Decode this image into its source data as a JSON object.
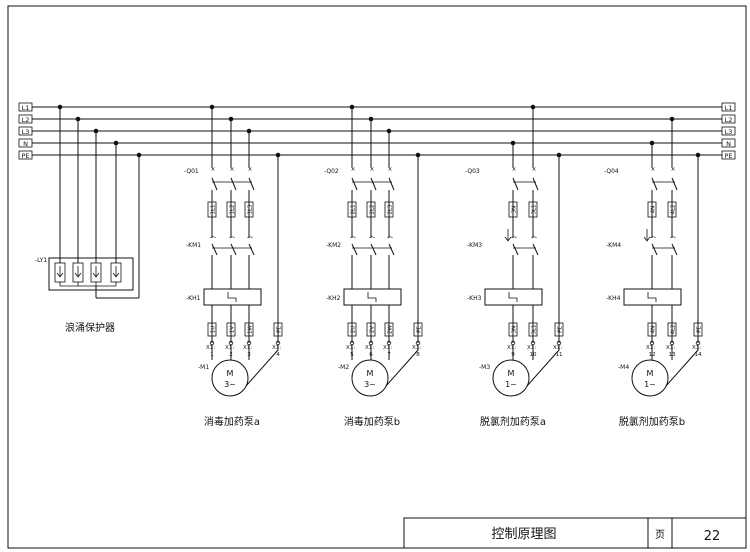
{
  "buses": [
    "L1",
    "L2",
    "L3",
    "N",
    "PE"
  ],
  "surge_protector": {
    "tag": "-LY1",
    "label": "浪涌保护器"
  },
  "circuits": [
    {
      "id": "a",
      "breaker": "-Q01",
      "contactor": "-KM1",
      "relay": "-KH1",
      "motor": "-M1",
      "motor_text": "M",
      "phase": "3~",
      "conductors": [
        "1L1",
        "1L2",
        "1L3"
      ],
      "terminal_labels": [
        "1U",
        "1V",
        "1W",
        "PE"
      ],
      "terminal_prefix": "X1:",
      "terminal_numbers": [
        "1",
        "2",
        "3",
        "4"
      ],
      "label": "消毒加药泵a"
    },
    {
      "id": "b",
      "breaker": "-Q02",
      "contactor": "-KM2",
      "relay": "-KH2",
      "motor": "-M2",
      "motor_text": "M",
      "phase": "3~",
      "conductors": [
        "2L1",
        "2L2",
        "2L3"
      ],
      "terminal_labels": [
        "2U",
        "2V",
        "2W",
        "PE"
      ],
      "terminal_prefix": "X1:",
      "terminal_numbers": [
        "5",
        "6",
        "7",
        "8"
      ],
      "label": "消毒加药泵b"
    },
    {
      "id": "c",
      "breaker": "-Q03",
      "contactor": "-KM3",
      "relay": "-KH3",
      "motor": "-M3",
      "motor_text": "M",
      "phase": "1~",
      "conductors": [
        "3N",
        "3L1"
      ],
      "terminal_labels": [
        "3N",
        "3L1",
        "PE"
      ],
      "terminal_prefix": "X1:",
      "terminal_numbers": [
        "9",
        "10",
        "11"
      ],
      "label": "脱氯剂加药泵a"
    },
    {
      "id": "d",
      "breaker": "-Q04",
      "contactor": "-KM4",
      "relay": "-KH4",
      "motor": "-M4",
      "motor_text": "M",
      "phase": "1~",
      "conductors": [
        "4N",
        "4L2"
      ],
      "terminal_labels": [
        "4N",
        "4L2",
        "PE"
      ],
      "terminal_prefix": "X1:",
      "terminal_numbers": [
        "12",
        "13",
        "14"
      ],
      "label": "脱氯剂加药泵b"
    }
  ],
  "title_block": {
    "title": "控制原理图",
    "page_label": "页",
    "page_number": "22"
  }
}
